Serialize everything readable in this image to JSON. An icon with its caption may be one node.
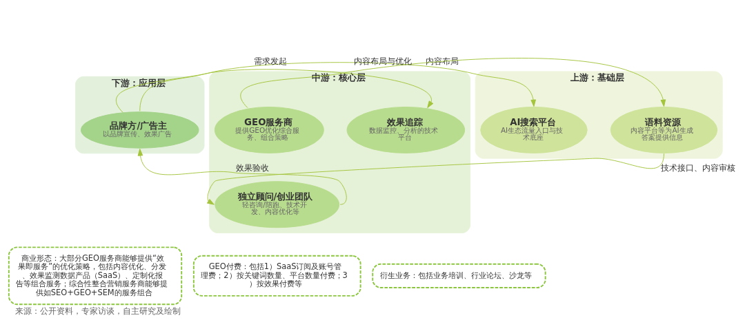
{
  "diagram": {
    "caption": "来源：公开资料，专家访谈，自主研究及绘制",
    "nodes": [
      {
        "text": [
          "上游：基础层"
        ]
      },
      {
        "text": [
          "AI搜索平台",
          "AI生态流量入口与技术底座"
        ],
        "in": 0
      },
      {
        "text": [
          "语料资源",
          "内容平台等为AI生成答案提供信息"
        ],
        "in": 0
      },
      {
        "text": [
          "中游：核心层"
        ]
      },
      {
        "text": [
          "GEO服务商",
          "提供GEO优化综合服务、组合策略"
        ],
        "in": 3
      },
      {
        "text": [
          "效果追踪",
          "数据监控、分析的技术平台"
        ],
        "in": 3
      },
      {
        "text": [
          "独立顾问/创业团队",
          "轻咨询/陪跑、技术开发、内容优化等"
        ],
        "in": 3
      },
      {
        "text": [
          "下游：应用层"
        ]
      },
      {
        "text": [
          "品牌方/广告主",
          "以品牌宣传、效果广告"
        ],
        "in": 7
      },
      {
        "text": [
          "商业形态：大部分GEO服务商能够提供“效果即服务”的优化策略，包括内容优化、分发、效果监测数据产品（SaaS）、定制化报告等组合服务；综合性整合营销服务商能够提供如SEO+GEO+SEM的服务组合"
        ]
      },
      {
        "text": [
          "GEO付费：包括1）SaaS订阅及账号管理费；2）按关键词数量、平台数量付费；3）按效果付费等"
        ]
      },
      {
        "text": [
          "衍生业务：包括业务培训、行业论坛、沙龙等"
        ]
      }
    ],
    "edges": [
      {
        "from": 7,
        "to": 0,
        "arrow": "to",
        "label": "内容布局"
      },
      {
        "from": 3,
        "to": 0,
        "arrow": "to",
        "label": "内容布局与优化"
      },
      {
        "from": 7,
        "to": 3,
        "arrow": "to",
        "label": "需求发起"
      },
      {
        "from": 0,
        "to": 3,
        "arrow": "to",
        "label": "技术接口、内容审核"
      },
      {
        "from": 3,
        "to": 7,
        "arrow": "to",
        "label": "效果验收"
      }
    ]
  }
}
